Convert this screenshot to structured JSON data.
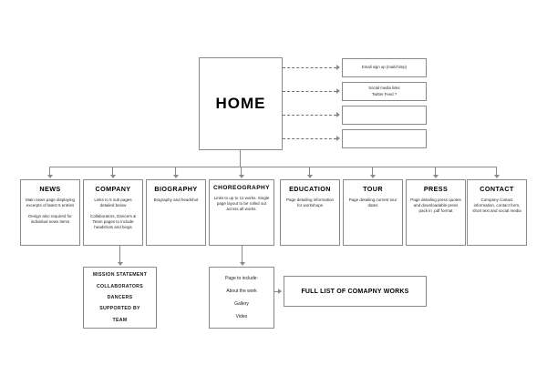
{
  "diagram": {
    "type": "site-map-flowchart",
    "root": {
      "label": "HOME"
    },
    "side_boxes": [
      {
        "lines": [
          "Email sign up (mailchimp)"
        ]
      },
      {
        "lines": [
          "Social media links",
          "Twitter Feed ?"
        ]
      },
      {
        "lines": [
          ""
        ]
      },
      {
        "lines": [
          ""
        ]
      }
    ],
    "categories": [
      {
        "title": "NEWS",
        "paragraphs": [
          "Main news page displaying excerpts of latest 5 entries",
          "Design also required for individual news items"
        ]
      },
      {
        "title": "COMPANY",
        "paragraphs": [
          "Links to 5 sub pages detailed below",
          "Collaborators, Dancers & Team pages to include headshots and biogs"
        ]
      },
      {
        "title": "BIOGRAPHY",
        "paragraphs": [
          "Biography and headshot"
        ]
      },
      {
        "title": "CHOREOGRAPHY",
        "paragraphs": [
          "Links to up to 11 works. Single page layout to be rolled out across all works."
        ]
      },
      {
        "title": "EDUCATION",
        "paragraphs": [
          "Page detailing information for workshops"
        ]
      },
      {
        "title": "TOUR",
        "paragraphs": [
          "Page detailing current tour dates"
        ]
      },
      {
        "title": "PRESS",
        "paragraphs": [
          "Page detailing press quotes and downloadable press pack in .pdf format"
        ]
      },
      {
        "title": "CONTACT",
        "paragraphs": [
          "Company contact information, contact form, short text and social media"
        ]
      }
    ],
    "company_subpages": {
      "items": [
        "MISSION STATEMENT",
        "COLLABORATORS",
        "DANCERS",
        "SUPPORTED BY",
        "TEAM"
      ]
    },
    "work_page": {
      "items": [
        "Page to include:",
        "About the work",
        "Gallery",
        "Video"
      ]
    },
    "full_list": {
      "title": "FULL LIST OF COMAPNY WORKS"
    }
  },
  "colors": {
    "background": "#ffffff",
    "stroke": "#8a8a8a",
    "text": "#1a1a1a"
  }
}
